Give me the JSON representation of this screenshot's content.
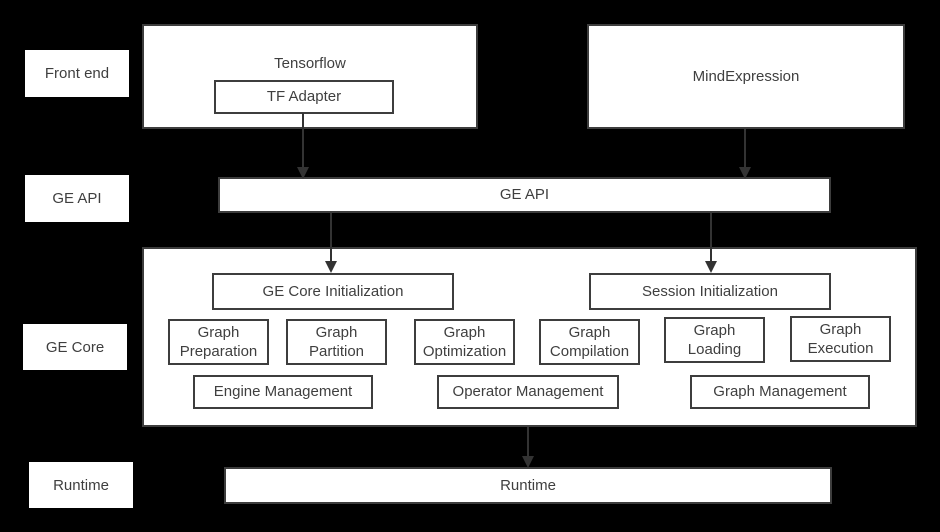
{
  "colors": {
    "background": "#000000",
    "box_fill": "#ffffff",
    "box_border": "#3d3d3d",
    "text": "#3f3f3f",
    "arrow": "#333333"
  },
  "layers": {
    "front_end": "Front end",
    "ge_api": "GE API",
    "ge_core": "GE Core",
    "runtime": "Runtime"
  },
  "front_end": {
    "tensorflow_title": "Tensorflow",
    "tf_adapter": "TF Adapter",
    "mind_expression": "MindExpression"
  },
  "ge_api_bar": "GE API",
  "ge_core": {
    "core_init": "GE Core Initialization",
    "session_init": "Session Initialization",
    "modules": [
      "Graph Preparation",
      "Graph Partition",
      "Graph Optimization",
      "Graph Compilation",
      "Graph Loading",
      "Graph Execution"
    ],
    "management": [
      "Engine Management",
      "Operator Management",
      "Graph Management"
    ]
  },
  "runtime_bar": "Runtime"
}
